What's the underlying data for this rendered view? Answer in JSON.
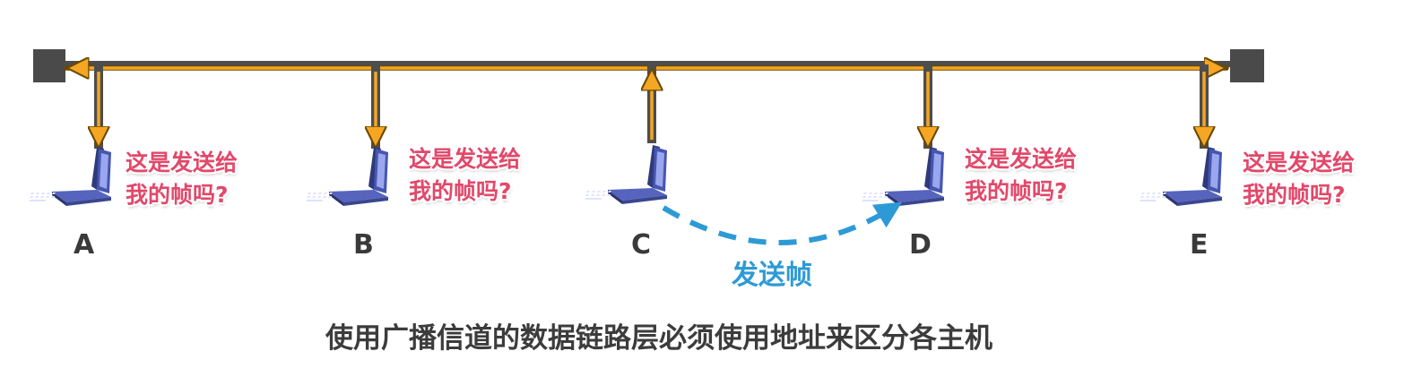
{
  "colors": {
    "bus": "#4d4d4d",
    "signal": "#f5a623",
    "frame_path": "#2d9ad6",
    "query_text": "#e2486a",
    "caption": "#3c3c3c"
  },
  "hosts": [
    {
      "label": "A",
      "query_line1": "这是发送给",
      "query_line2": "我的帧吗?"
    },
    {
      "label": "B",
      "query_line1": "这是发送给",
      "query_line2": "我的帧吗?"
    },
    {
      "label": "C"
    },
    {
      "label": "D",
      "query_line1": "这是发送给",
      "query_line2": "我的帧吗?"
    },
    {
      "label": "E",
      "query_line1": "这是发送给",
      "query_line2": "我的帧吗?"
    }
  ],
  "frame_label": "发送帧",
  "caption": "使用广播信道的数据链路层必须使用地址来区分各主机",
  "icons": [
    "terminator-icon",
    "laptop-icon"
  ]
}
